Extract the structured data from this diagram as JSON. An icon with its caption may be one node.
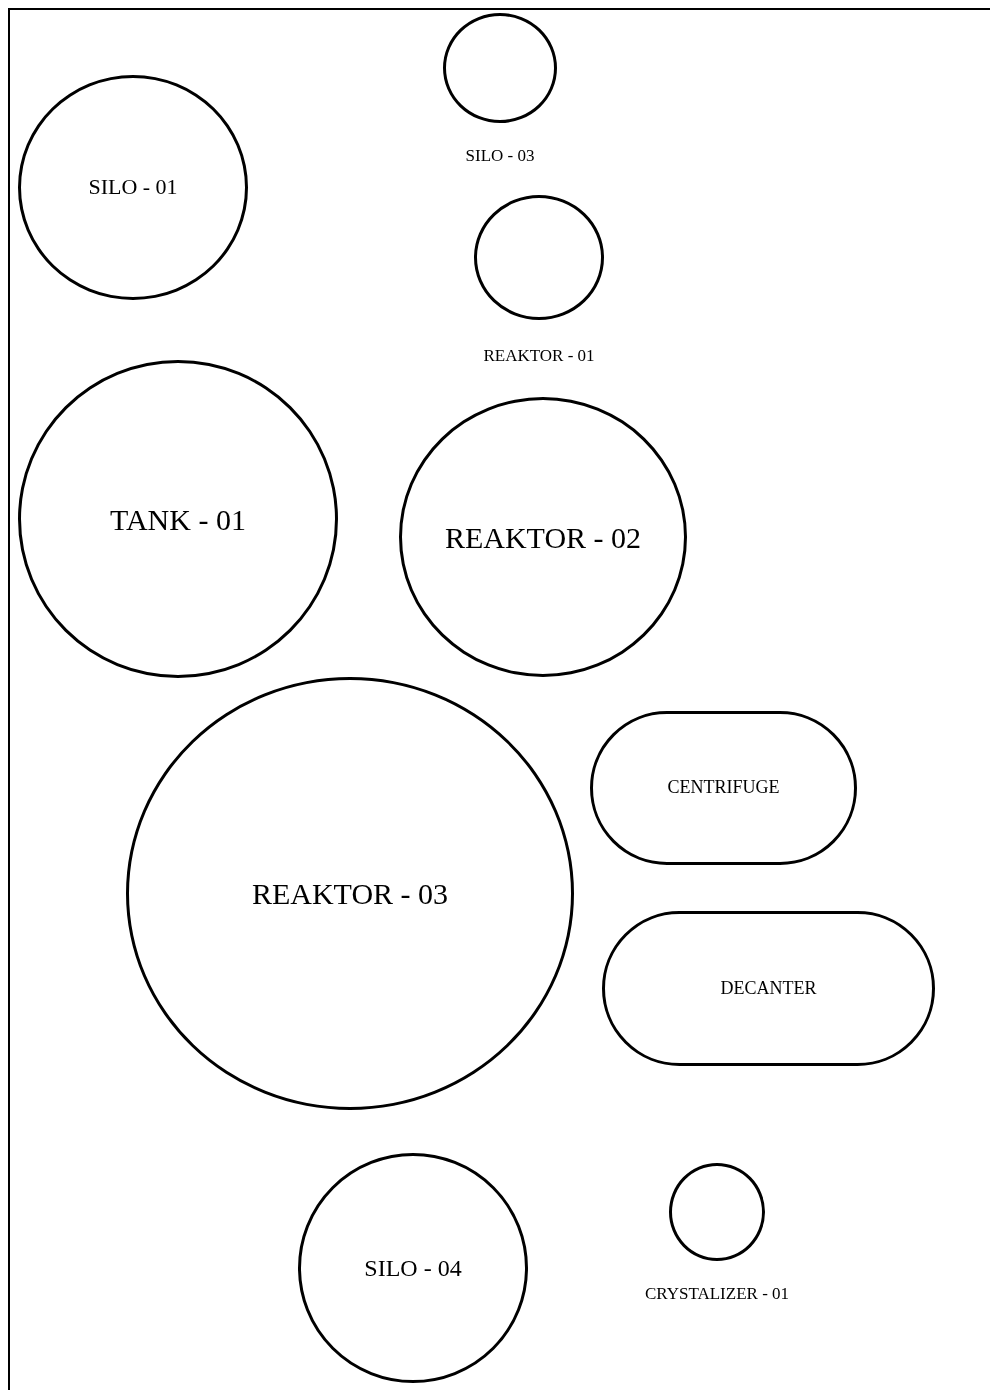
{
  "diagram": {
    "nodes": [
      {
        "text": [
          "SILO - 01"
        ]
      },
      {
        "text": [
          "SILO - 03"
        ]
      },
      {
        "text": [
          "REAKTOR - 01"
        ]
      },
      {
        "text": [
          "TANK - 01"
        ]
      },
      {
        "text": [
          "REAKTOR - 02"
        ]
      },
      {
        "text": [
          "REAKTOR - 03"
        ]
      },
      {
        "text": [
          "CENTRIFUGE"
        ]
      },
      {
        "text": [
          "DECANTER"
        ]
      },
      {
        "text": [
          "SILO - 04"
        ]
      },
      {
        "text": [
          "CRYSTALIZER - 01"
        ]
      }
    ]
  }
}
